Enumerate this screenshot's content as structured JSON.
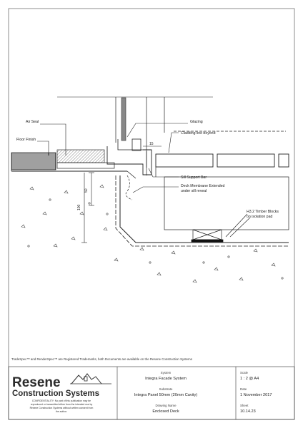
{
  "labels": {
    "air_seal": "Air Seal",
    "floor_finish": "Floor Finish",
    "glazing": "Glazing",
    "cladding_line": "Cladding line beyond",
    "sill_support_bar": "Sill Support Bar",
    "deck_membrane_1": "Deck Membrane Extended",
    "deck_membrane_2": "under sill reveal",
    "timber_blocks_1": "H3.2 Timber Blocks",
    "timber_blocks_2": "on isolation pad"
  },
  "dimensions": {
    "d15": "15",
    "d50": "50",
    "d100": "100"
  },
  "trademark_note": "TradeSpec™ and RenderSpec™ are Registered Trademarks, both Documents are available on the Resene Construction Systems",
  "title_block": {
    "logo_line1": "Resene",
    "logo_line2": "Construction Systems",
    "confidentiality": [
      "CONFIDENTIALITY: No part of this publication may be",
      "reproduced or transmitted either from the intended use by",
      "Resene Construction Systems without written consent from",
      "the author."
    ],
    "system_label": "System",
    "system_value": "Integra Facade System",
    "substrate_label": "Substrate",
    "substrate_value": "Integra Panel 50mm (20mm Cavity)",
    "drawing_label": "Drawing Name",
    "drawing_value": "Enclosed Deck",
    "scale_label": "Scale",
    "scale_value": "1 : 2 @ A4",
    "date_label": "Date",
    "date_value": "1 November 2017",
    "sheet_label": "Sheet",
    "sheet_value": "10.14.23"
  }
}
